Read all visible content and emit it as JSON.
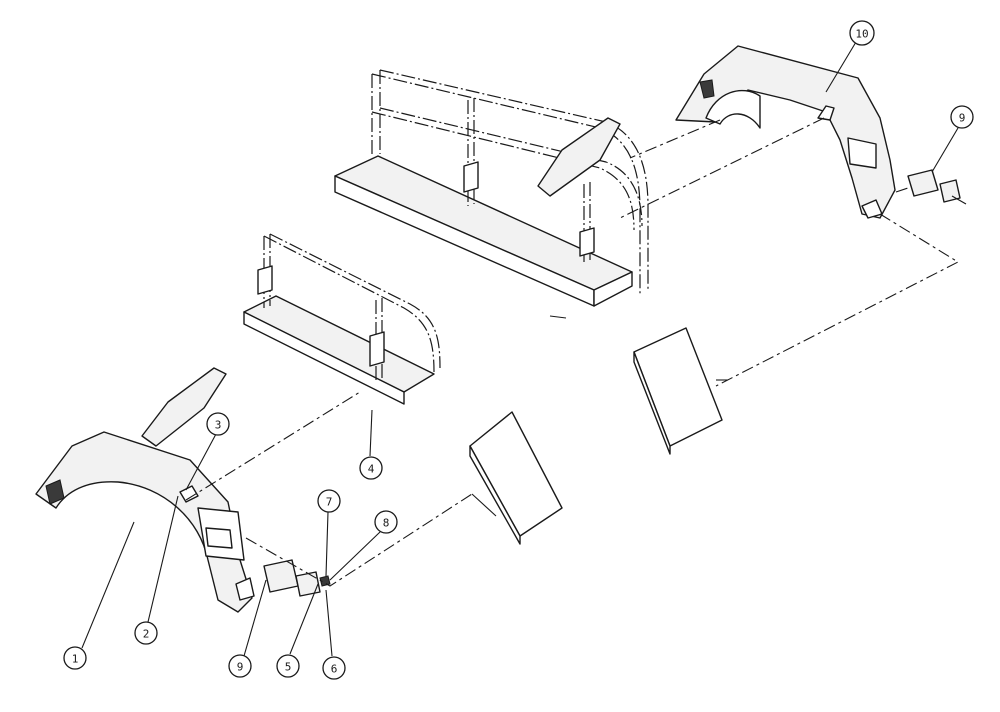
{
  "diagram": {
    "callouts": [
      {
        "id": "callout-1",
        "label": "1"
      },
      {
        "id": "callout-2",
        "label": "2"
      },
      {
        "id": "callout-3",
        "label": "3"
      },
      {
        "id": "callout-4",
        "label": "4"
      },
      {
        "id": "callout-5",
        "label": "5"
      },
      {
        "id": "callout-6",
        "label": "6"
      },
      {
        "id": "callout-7",
        "label": "7"
      },
      {
        "id": "callout-8",
        "label": "8"
      },
      {
        "id": "callout-9a",
        "label": "9"
      },
      {
        "id": "callout-9b",
        "label": "9"
      },
      {
        "id": "callout-10",
        "label": "10"
      }
    ],
    "colors": {
      "line": "#1a1a1a",
      "fill": "#f2f2f2",
      "background": "#ffffff"
    }
  }
}
